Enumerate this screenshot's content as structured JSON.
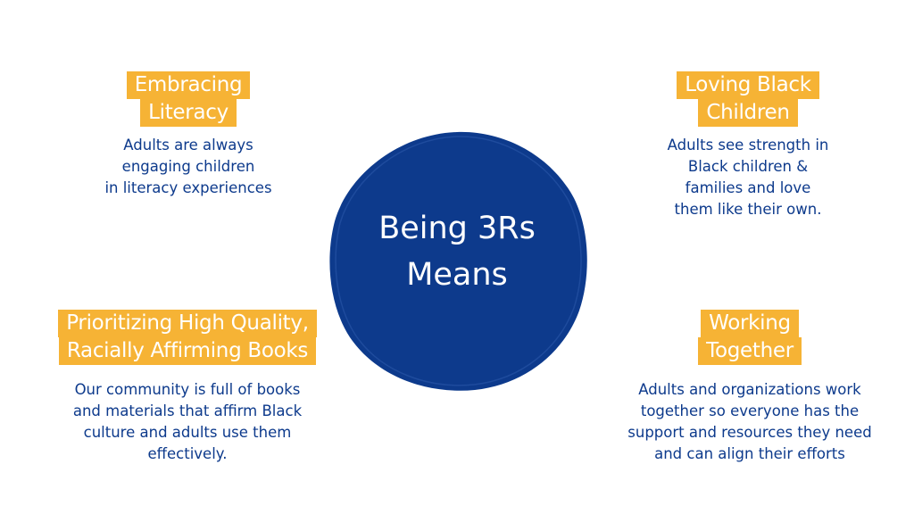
{
  "center": {
    "line1": "Being  3Rs",
    "line2": "Means",
    "color": "#0d3a8c"
  },
  "accent_color": "#f6b335",
  "text_color": "#0d3a8c",
  "embracing": {
    "title": [
      "Embracing",
      "Literacy"
    ],
    "desc": [
      "Adults are always",
      "engaging children",
      "in literacy experiences"
    ]
  },
  "loving": {
    "title": [
      "Loving Black",
      "Children"
    ],
    "desc": [
      "Adults see strength in",
      "Black children &",
      "families and love",
      "them like their own."
    ]
  },
  "prioritizing": {
    "title": [
      "Prioritizing High Quality,",
      "Racially Affirming Books"
    ],
    "desc": [
      "Our community is full of books",
      "and materials that affirm Black",
      "culture and adults use them",
      "effectively."
    ]
  },
  "working": {
    "title": [
      "Working",
      "Together"
    ],
    "desc": [
      "Adults and organizations work",
      "together so everyone has the",
      "support and resources they need",
      "and can align their efforts"
    ]
  }
}
